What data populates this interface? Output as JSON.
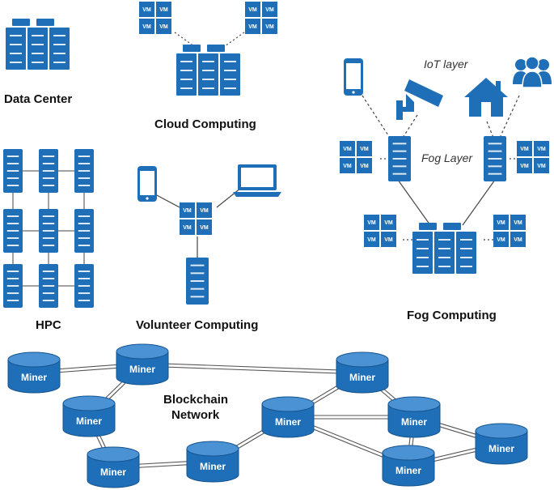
{
  "colors": {
    "primary": "#1f6fb8",
    "dark": "#15548e",
    "light": "#4a92d4",
    "line": "#444444"
  },
  "labels": {
    "data_center": "Data Center",
    "cloud_computing": "Cloud Computing",
    "hpc": "HPC",
    "volunteer_computing": "Volunteer Computing",
    "fog_computing": "Fog Computing",
    "iot_layer": "IoT layer",
    "fog_layer": "Fog Layer",
    "blockchain_line1": "Blockchain",
    "blockchain_line2": "Network"
  },
  "vm_label": "VM",
  "miner_label": "Miner",
  "icons": [
    "server-icon",
    "vm-icon",
    "smartphone-icon",
    "laptop-icon",
    "camera-icon",
    "house-icon",
    "users-icon",
    "database-icon"
  ]
}
